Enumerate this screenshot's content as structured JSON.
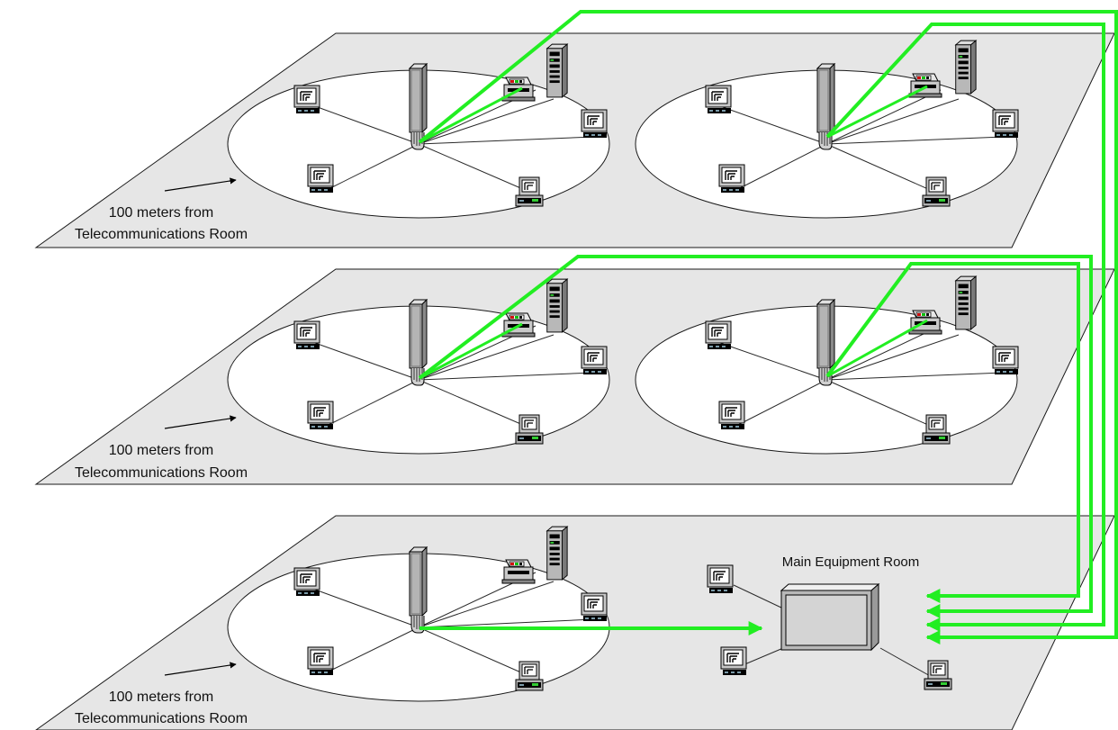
{
  "floor_label_line1": "100 meters from",
  "floor_label_line2": "Telecommunications Room",
  "main_equipment_room_label": "Main Equipment Room",
  "colors": {
    "floor": "#e6e6e6",
    "backbone": "#22ee22",
    "monitor_screen": "#7a9aa8"
  },
  "icons": [
    "hub-icon",
    "server-tower-icon",
    "printer-icon",
    "workstation-monitor-icon",
    "desktop-pc-icon",
    "main-equipment-rack-icon",
    "arrow-icon"
  ]
}
